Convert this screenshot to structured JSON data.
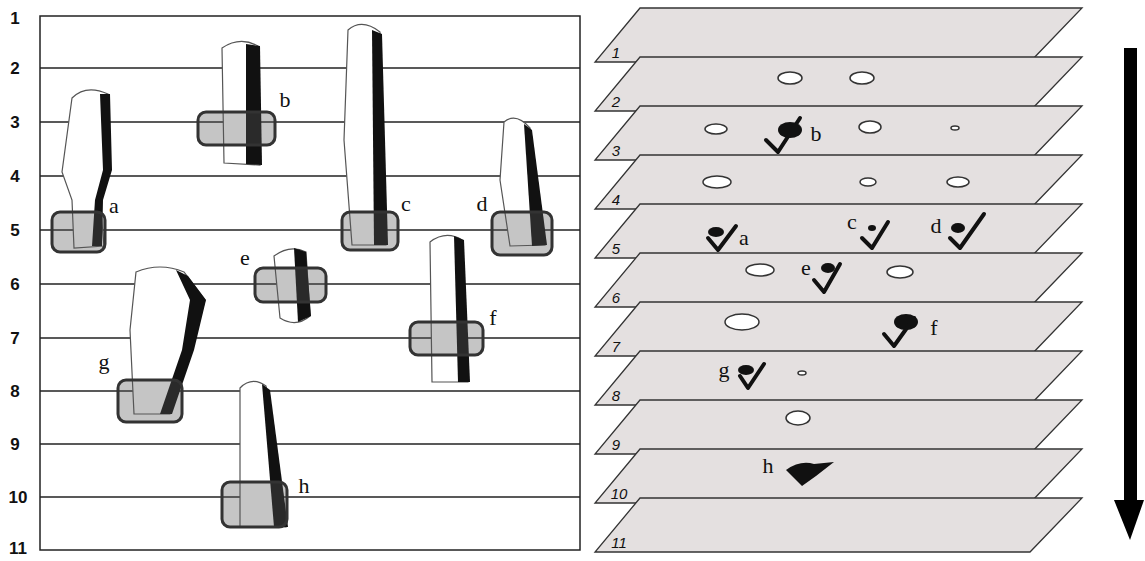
{
  "diagram": {
    "labels": [
      "1",
      "2",
      "3",
      "4",
      "5",
      "6",
      "7",
      "8",
      "9",
      "10",
      "11",
      "a",
      "b",
      "c",
      "d",
      "e",
      "f",
      "g",
      "h",
      "1",
      "2",
      "3",
      "4",
      "5",
      "6",
      "7",
      "8",
      "9",
      "10",
      "11",
      "b",
      "a",
      "c",
      "d",
      "e",
      "f",
      "g",
      "h"
    ]
  }
}
